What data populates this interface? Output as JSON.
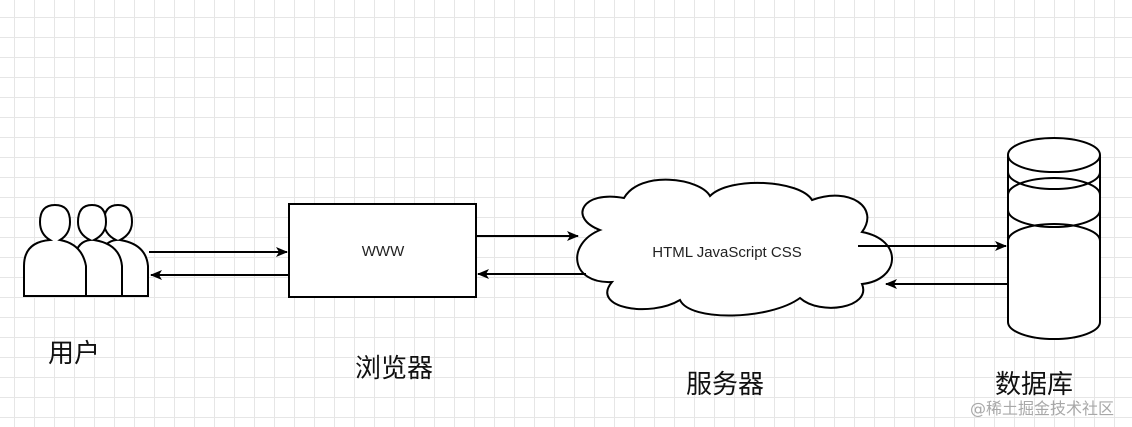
{
  "nodes": {
    "user": {
      "label": "用户",
      "icon": "users-icon"
    },
    "browser": {
      "label": "浏览器",
      "box_text": "WWW"
    },
    "server": {
      "label": "服务器",
      "cloud_text": "HTML JavaScript CSS",
      "icon": "cloud-icon"
    },
    "database": {
      "label": "数据库",
      "icon": "database-icon"
    }
  },
  "watermark": "@稀土掘金技术社区",
  "colors": {
    "stroke": "#000000",
    "grid": "#e6e6e6",
    "background": "#ffffff"
  }
}
